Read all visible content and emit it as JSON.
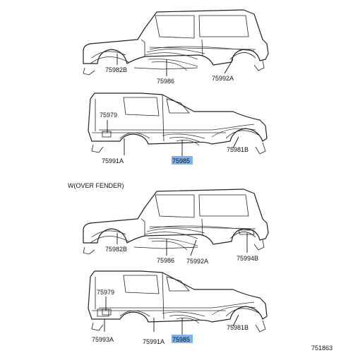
{
  "section_label": "W(OVER FENDER)",
  "diagram_number": "751863",
  "highlight_color": "#7fb2ef",
  "views": [
    {
      "labels": [
        "75982B",
        "75986",
        "75992A"
      ]
    },
    {
      "labels": [
        "75979",
        "75991A",
        "75985",
        "75981B"
      ]
    },
    {
      "labels": [
        "75982B",
        "75986",
        "75992A",
        "75994B"
      ]
    },
    {
      "labels": [
        "75979",
        "75993A",
        "75991A",
        "75985",
        "75981B"
      ]
    }
  ]
}
